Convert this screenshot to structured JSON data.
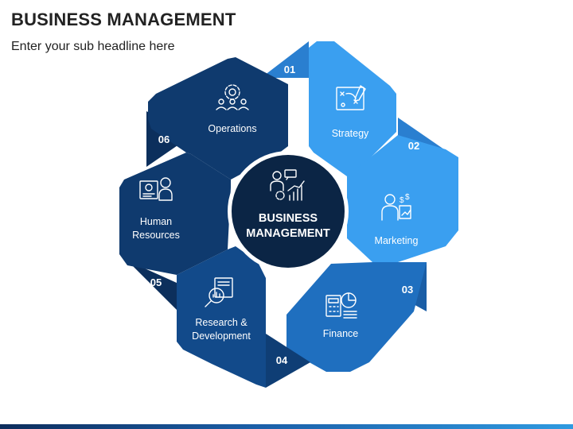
{
  "header": {
    "title": "BUSINESS MANAGEMENT",
    "subtitle": "Enter your sub headline here"
  },
  "center": {
    "line1": "BUSINESS",
    "line2": "MANAGEMENT",
    "icon": "business-growth-icon",
    "color": "#0b2545"
  },
  "segments": [
    {
      "number": "01",
      "lines": [
        "Strategy"
      ],
      "icon": "strategy-board-icon",
      "color": "#3a9ff0",
      "tab_color": "#2a7fd0"
    },
    {
      "number": "02",
      "lines": [
        "Marketing"
      ],
      "icon": "marketing-person-icon",
      "color": "#3a9ff0",
      "tab_color": "#2a7fd0"
    },
    {
      "number": "03",
      "lines": [
        "Finance"
      ],
      "icon": "finance-calculator-icon",
      "color": "#1f6fbf",
      "tab_color": "#1a5ea6"
    },
    {
      "number": "04",
      "lines": [
        "Research &",
        "Development"
      ],
      "icon": "research-magnifier-icon",
      "color": "#124a8a",
      "tab_color": "#0f3e75"
    },
    {
      "number": "05",
      "lines": [
        "Human",
        "Resources"
      ],
      "icon": "human-resources-icon",
      "color": "#0f3a6e",
      "tab_color": "#0c2f5c"
    },
    {
      "number": "06",
      "lines": [
        "Operations"
      ],
      "icon": "operations-gear-icon",
      "color": "#0f3a6e",
      "tab_color": "#0c2f5c"
    }
  ]
}
